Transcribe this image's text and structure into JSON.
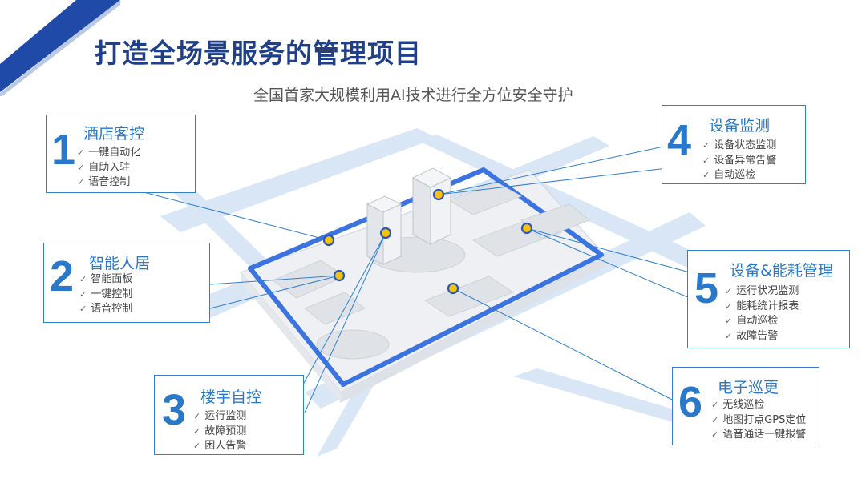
{
  "title": "打造全场景服务的管理项目",
  "subtitle": "全国首家大规模利用AI技术进行全方位安全守护",
  "colors": {
    "accent": "#2a78c9",
    "title": "#1f3f8a",
    "road": "#d3e2f5",
    "frame": "#3b74e0",
    "marker": "#f2c40f"
  },
  "cards": [
    {
      "num": "1",
      "title": "酒店客控",
      "items": [
        "一键自动化",
        "自助入驻",
        "语音控制"
      ]
    },
    {
      "num": "2",
      "title": "智能人居",
      "items": [
        "智能面板",
        "一键控制",
        "语音控制"
      ]
    },
    {
      "num": "3",
      "title": "楼宇自控",
      "items": [
        "运行监测",
        "故障预测",
        "困人告警"
      ]
    },
    {
      "num": "4",
      "title": "设备监测",
      "items": [
        "设备状态监测",
        "设备异常告警",
        "自动巡检"
      ]
    },
    {
      "num": "5",
      "title": "设备&能耗管理",
      "items": [
        "运行状况监测",
        "能耗统计报表",
        "自动巡检",
        "故障告警"
      ]
    },
    {
      "num": "6",
      "title": "电子巡更",
      "items": [
        "无线巡检",
        "地图打点GPS定位",
        "语音通话一键报警"
      ]
    }
  ],
  "check_mark": "✓"
}
